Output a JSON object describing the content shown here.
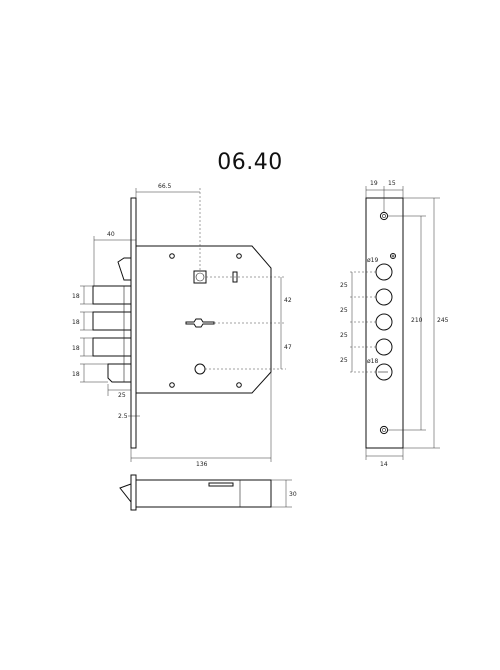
{
  "title": "06.40",
  "side_view": {
    "dims": {
      "backset": "66.5",
      "faceplate_offset": "40",
      "bolt_1": "18",
      "bolt_2": "18",
      "bolt_3": "18",
      "bolt_4": "18",
      "latch_offset": "25",
      "plate_thickness": "2.5",
      "spindle_to_key": "42",
      "key_to_cylinder": "47",
      "body_length": "136"
    }
  },
  "bottom_view": {
    "dims": {
      "depth": "30"
    }
  },
  "front_view": {
    "dims": {
      "top_left": "19",
      "top_right": "15",
      "hole_large": "ø19",
      "hole_small": "ø18",
      "pitch_1": "25",
      "pitch_2": "25",
      "pitch_3": "25",
      "pitch_4": "25",
      "hole_span": "210",
      "plate_height": "245",
      "plate_width": "14"
    }
  }
}
